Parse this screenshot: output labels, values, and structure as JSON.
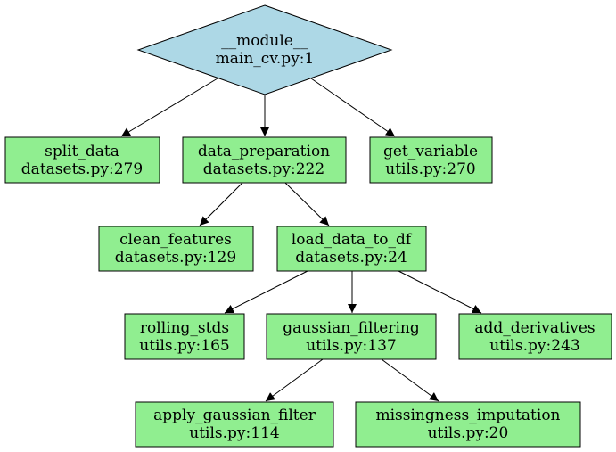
{
  "colors": {
    "root_fill": "#add8e6",
    "node_fill": "#90ee90",
    "stroke": "#000000"
  },
  "nodes": {
    "module": {
      "name": "__module__",
      "location": "main_cv.py:1"
    },
    "split_data": {
      "name": "split_data",
      "location": "datasets.py:279"
    },
    "data_preparation": {
      "name": "data_preparation",
      "location": "datasets.py:222"
    },
    "get_variable": {
      "name": "get_variable",
      "location": "utils.py:270"
    },
    "clean_features": {
      "name": "clean_features",
      "location": "datasets.py:129"
    },
    "load_data_to_df": {
      "name": "load_data_to_df",
      "location": "datasets.py:24"
    },
    "rolling_stds": {
      "name": "rolling_stds",
      "location": "utils.py:165"
    },
    "gaussian_filtering": {
      "name": "gaussian_filtering",
      "location": "utils.py:137"
    },
    "add_derivatives": {
      "name": "add_derivatives",
      "location": "utils.py:243"
    },
    "apply_gaussian_filter": {
      "name": "apply_gaussian_filter",
      "location": "utils.py:114"
    },
    "missingness_imputation": {
      "name": "missingness_imputation",
      "location": "utils.py:20"
    }
  },
  "edges": [
    [
      "module",
      "split_data"
    ],
    [
      "module",
      "data_preparation"
    ],
    [
      "module",
      "get_variable"
    ],
    [
      "data_preparation",
      "clean_features"
    ],
    [
      "data_preparation",
      "load_data_to_df"
    ],
    [
      "load_data_to_df",
      "rolling_stds"
    ],
    [
      "load_data_to_df",
      "gaussian_filtering"
    ],
    [
      "load_data_to_df",
      "add_derivatives"
    ],
    [
      "gaussian_filtering",
      "apply_gaussian_filter"
    ],
    [
      "gaussian_filtering",
      "missingness_imputation"
    ]
  ]
}
